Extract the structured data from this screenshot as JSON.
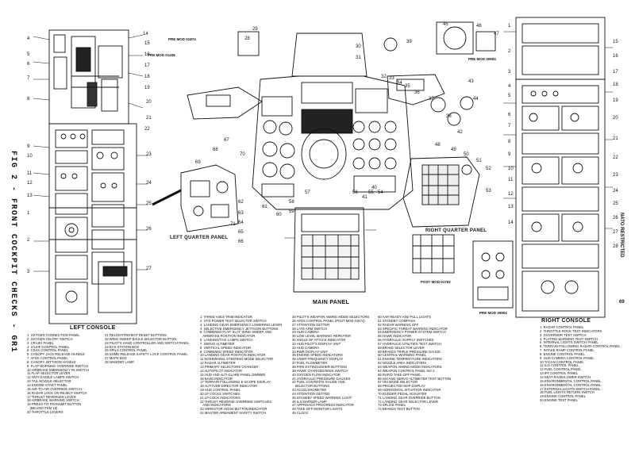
{
  "figure_title": "FIG 2 - FRONT COCKPIT CHECKS - GR1",
  "marking": "NATO RESTRICTED",
  "page_number": "69",
  "panels": {
    "left_console": "LEFT CONSOLE",
    "right_console": "RIGHT CONSOLE",
    "main_panel": "MAIN PANEL",
    "left_quarter": "LEFT QUARTER PANEL",
    "right_quarter": "RIGHT QUARTER PANEL"
  },
  "mod_notes": {
    "pre_mod_01874": "PRE MOD 01874",
    "pre_mod_01436": "PRE MOD 01436",
    "pre_mod_30904_top": "PRE MOD 30904",
    "post_mod_01752": "POST MOD 01752",
    "pre_mod_30904_bottom": "PRE MOD 30904"
  },
  "callouts_left": [
    "14",
    "15",
    "16",
    "17",
    "18",
    "19",
    "20",
    "21",
    "22",
    "23",
    "24",
    "25",
    "26",
    "27",
    "4",
    "5",
    "6",
    "7",
    "8",
    "9",
    "10",
    "11",
    "12",
    "13",
    "1",
    "2",
    "3"
  ],
  "callouts_main": [
    "29",
    "28",
    "30",
    "31",
    "32",
    "33",
    "34",
    "35",
    "36",
    "37",
    "38",
    "39",
    "40",
    "41",
    "42",
    "43",
    "44",
    "45",
    "46",
    "47",
    "48",
    "49",
    "50",
    "51",
    "52",
    "53",
    "54",
    "55",
    "56",
    "57",
    "58",
    "59",
    "60",
    "61",
    "62",
    "63",
    "64",
    "65",
    "66",
    "67",
    "68",
    "69",
    "70",
    "71"
  ],
  "callouts_right": [
    "1",
    "2",
    "3",
    "4",
    "5",
    "6",
    "7",
    "8",
    "9",
    "10",
    "11",
    "12",
    "13",
    "14",
    "15",
    "16",
    "17",
    "18",
    "19",
    "20",
    "21",
    "22",
    "23",
    "24",
    "25",
    "26",
    "27",
    "28"
  ],
  "legend_left_console": [
    "1  OXYGEN CONNECTION PANEL",
    "2  OXYGEN ON-OFF SWITCH",
    "3  CRASH PANEL",
    "4  V/UHF CONTROL PANEL",
    "5  CSAS CONTROL PANEL",
    "6  CANOPY JACK RELEASE HANDLE",
    "7  AFDS CONTROL PANEL",
    "8  CANOPY JETTISON HANDLE",
    "9  FLAP WARNING OVERRIDE SWITCH",
    "10 AIRBRAKE EMERGENCY IN SWITCH",
    "11 FLAP SELECTOR LEVER",
    "12 ANTI DAZZLE LAMPS SWITCH",
    "13 TAIL NOZZLE SELECTOR",
    "14 ENGINE START PANEL",
    "15 AIR-TO-AIR OVERRIDE SWITCH",
    "16 RADAR LOCK ON REJECT SWITCH",
    "17 THRUST REVERSER LEVER",
    "18 AIRBRAKE WARNING SWITCH",
    "19 PRESS-TO-TRANSMIT BUTTON",
    "   (BELOW ITEM 18)",
    "20 THROTTLE LEVERS"
  ],
  "legend_left_console_b": [
    "21 RELIGHT/REHEAT RESET BUTTONS",
    "22 WING SWEEP BAULK SELECTOR BUTTON",
    "23 PILOT'S HAND CONTROLLER AND SWITCH PANEL",
    "24 ECS STATION BOX",
    "25 SPILS CONTROL PANEL",
    "26 SOME RELEASE SAFETY LOCK CONTROL PANEL",
    "27 MAPS BOX",
    "28 WANDER LAMP"
  ],
  "legend_main_1": [
    "1  THREE AXES TRIM INDICATOR",
    "2  HYD POWER TEST SELECTOR SWITCH",
    "3  LANDING GEAR EMERGENCY LOWERING LEVER",
    "4  SELECTIVE EMERGENCY JETTISON BUTTONS",
    "5  COMBINED FLAP, SLAT, WING SWEEP AND",
    "   AIRBRAKE POSITION INDICATOR",
    "6  LANDING/TAXI LAMPS SWITCH",
    "7  SERVO ALTIMETER",
    "8  VERTICAL SPEED INDICATOR",
    "9  COMBINED SPEED INDICATOR",
    "10 LANDING GEAR POSITION INDICATOR",
    "11 NOSEWHEEL STEERING MODE SELECTOR",
    "12 RADAR ALTIMETER",
    "13 PRIMARY SELECTORS CHANGER",
    "14 AUTOPILOT INDICATOR",
    "15 HUD AND ALTI-GLARE PANEL DIMMER",
    "16 BASE INDICATOR",
    "17 TERRAIN FOLLOWING E-SCOPE DISPLAY",
    "18 ALTITUDE DIRECTOR INDICATOR",
    "19 HUD CONTROL PANEL",
    "20 LP COCKS SWITCHES",
    "21 LP COCK INDICATORS",
    "22 THRUST REVERSE OVERRIDE SWITCHES",
    "   AND INDICATORS",
    "23 ARRESTOR HOOK BUTTON/INDICATOR",
    "24 MASTER ARMAMENT SAFETY SWITCH"
  ],
  "legend_main_2": [
    "25 PILOT'S WEAPON AIMING MODE SELECTORS",
    "26 AFDS CONTROL PANEL (POST MOD 01874)",
    "27 ATTENTION GETTER",
    "28 LATE ARM SWITCH",
    "29 HUD CAMERA",
    "30 LOW LEVEL WARNING REPEATER",
    "31 ANGLE OF ATTACK INDICATOR",
    "32 HUD PILOT'S DISPLAY UNIT",
    "33 HUD CAMERA",
    "34 RWR DISPLAY UNIT",
    "35 ENGINE SPEED INDICATORS",
    "36 VSWR FREQUENCY DISPLAY",
    "37 FUEL FLOWMETER",
    "38 FIRE EXTINGUISHER BUTTONS",
    "39 HAWK CHARGED/SEEK SWITCH",
    "40 OXYGEN FLOW INDICATOR",
    "41 HYDRAULIC PRESSURE GAUGES",
    "42 FUEL CONTENTS GAUGE AND",
    "   SELECTOR BUTTONS",
    "43 ACCELEROMETER",
    "44 ATTENTION GETTER",
    "45 STANDBY SPEED WARNING LIGHT",
    "46 ILS MARKER LAMP",
    "47 APPROACH PROGRESS INDICATOR",
    "48 TAKE-OFF MONITOR LIGHTS",
    "49 CLOCK"
  ],
  "legend_main_3": [
    "50 AAR READY AND FULL LIGHTS",
    "51 STANDBY COMPASS",
    "52 RADAR WARNING OFF",
    "53 SPECIFIC THREAT WARNING INDICATOR",
    "54 EMERGENCY POWER SYSTEM SWITCH",
    "55 HAWK INDICATOR",
    "56 HYDRAULIC SUPPLY SWITCHES",
    "57 HYDRAULIC UTILITIES TEST SWITCH",
    "58 BRAKE SELECTOR LEVER",
    "59 BRAKES TRIPLE PRESSURE GAUGE",
    "60 CENTRAL WARNING PANEL",
    "61 ENGINE TEMPERATURE INDICATORS",
    "62 NOZZLE AREA INDICATORS",
    "63 WEAPON AIMING MODE INDICATORS",
    "64 WEAPON CONTROL PANEL NO 2",
    "65 RAPID TAKE-OFF PANEL",
    "66 HSI AND SERVO ALTIMETER TEST BUTTON",
    "67 HSI MODE SELECTOR",
    "68 PROJECTED MAP DISPLAY",
    "69 HORIZONTAL SITUATION INDICATOR",
    "70 RUDDER PEDAL ADJUSTER",
    "71 LANDING GEAR OVERRIDE BUTTON",
    "72 LANDING GEAR SELECTOR LEVER",
    "73 SPLICE PANEL",
    "74 BRAKES TEST BUTTON"
  ],
  "legend_right_console": [
    "1  RADAR CONTROL PANEL",
    "2  THROTTLE ROCK TEST INDICATORS",
    "3  GOVERNOR TEST SWITCH",
    "4  PLATING WARNING TEST SWITCH",
    "5  INTERNAL LIGHTS SWITCH PANEL",
    "6  TERRAIN-FOLLOWING RADAR CONTROL PANEL",
    "7  INTAKE RAMP CONTROL PANEL",
    "8  ENGINE CONTROL PANEL",
    "9  HUD CAMERA CONTROL PANEL",
    "10 TACAN CONTROL PANEL",
    "11 IL/S CONTROL PANEL",
    "12 FUEL CONTROL PANEL",
    "13 IFF CONTROL PANEL",
    "14 SEAT RAISE/LOWER SWITCH",
    "15 ENVIRONMENTAL CONTROL PANEL",
    "16 ENVIRONMENTAL CONTROL PANEL",
    "17 EXTERNAL LIGHTS SWITCH PANEL",
    "18 FUEL LIGHTS RETURN SWITCH",
    "19 ENGINE CONTROL PANEL",
    "20 ENGINE TEST PANEL"
  ]
}
